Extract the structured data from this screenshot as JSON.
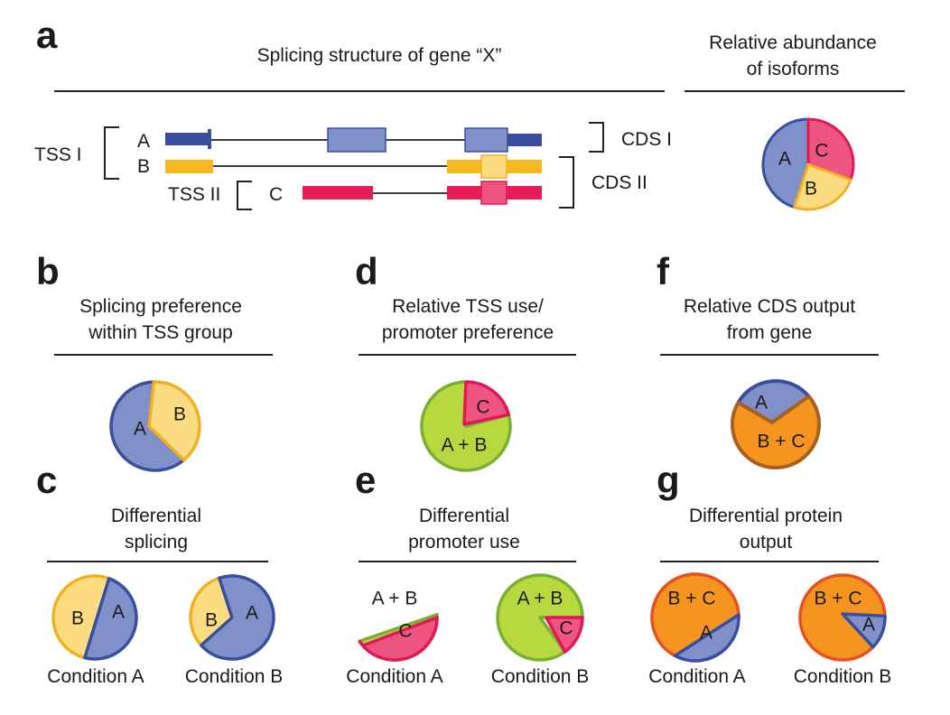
{
  "colors": {
    "isoA_fill": "#8090c8",
    "isoA_stroke": "#3a4ea0",
    "isoB_fill": "#fcdc80",
    "isoB_stroke": "#f0b020",
    "isoC_fill": "#ee5580",
    "isoC_stroke": "#e01858",
    "green_fill": "#b8d840",
    "green_stroke": "#78b030",
    "orange_fill": "#f59520",
    "orange_stroke_f": "#a86020",
    "orange_stroke_g": "#e85020",
    "black": "#222222"
  },
  "panel_a": {
    "letter": "a",
    "title": "Splicing structure of gene “X”",
    "abundance_title_1": "Relative abundance",
    "abundance_title_2": "of isoforms",
    "tss1": "TSS I",
    "tss2": "TSS II",
    "cds1": "CDS I",
    "cds2": "CDS II",
    "iso_a": "A",
    "iso_b": "B",
    "iso_c": "C",
    "pie": {
      "A": "A",
      "B": "B",
      "C": "C"
    }
  },
  "panel_b": {
    "letter": "b",
    "title_1": "Splicing preference",
    "title_2": "within TSS group",
    "pie": {
      "A": "A",
      "B": "B"
    }
  },
  "panel_c": {
    "letter": "c",
    "title_1": "Differential",
    "title_2": "splicing",
    "cond_a": "Condition A",
    "cond_b": "Condition B",
    "pie_a": {
      "A": "A",
      "B": "B"
    },
    "pie_b": {
      "A": "A",
      "B": "B"
    }
  },
  "panel_d": {
    "letter": "d",
    "title_1": "Relative TSS use/",
    "title_2": "promoter preference",
    "pie": {
      "AB": "A + B",
      "C": "C"
    }
  },
  "panel_e": {
    "letter": "e",
    "title_1": "Differential",
    "title_2": "promoter use",
    "cond_a": "Condition A",
    "cond_b": "Condition B",
    "pie_a": {
      "AB": "A + B",
      "C": "C"
    },
    "pie_b": {
      "AB": "A + B",
      "C": "C"
    }
  },
  "panel_f": {
    "letter": "f",
    "title_1": "Relative CDS output",
    "title_2": "from gene",
    "pie": {
      "A": "A",
      "BC": "B + C"
    }
  },
  "panel_g": {
    "letter": "g",
    "title_1": "Differential protein",
    "title_2": "output",
    "cond_a": "Condition A",
    "cond_b": "Condition B",
    "pie_a": {
      "A": "A",
      "BC": "B + C"
    },
    "pie_b": {
      "A": "A",
      "BC": "B + C"
    }
  }
}
